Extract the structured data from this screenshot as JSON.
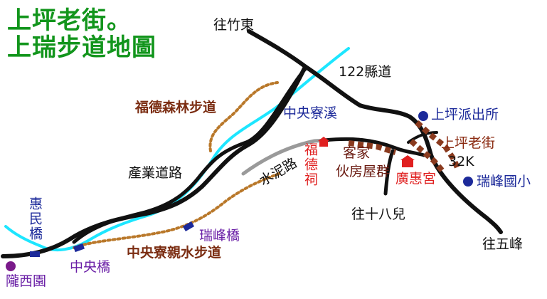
{
  "map": {
    "title_line1": "上坪老街。",
    "title_line2": "上瑞步道地圖",
    "colors": {
      "title": "#12951c",
      "road": "#111111",
      "stream": "#1de6ff",
      "trail": "#b9782a",
      "cement_road": "#9a9a9a",
      "landmark_blue": "#1c2a9a",
      "temple_red": "#e02020",
      "bridge_purple": "#6a1fa6",
      "trail_label": "#7b2d12"
    },
    "labels": {
      "to_zhudong": "往竹東",
      "county_road": "122縣道",
      "fude_forest_trail": "福德森林步道",
      "zhongyang_stream": "中央寮溪",
      "police_station": "上坪派出所",
      "old_street": "上坪老街",
      "km_marker": "32K",
      "ruifeng_school": "瑞峰國小",
      "cement_road": "水泥路",
      "industry_road": "產業道路",
      "fude_shrine": "福德祠",
      "hakka_houses_line1": "客家",
      "hakka_houses_line2": "伙房屋群",
      "guanghui_temple": "廣惠宮",
      "to_shibaer": "往十八兒",
      "to_wufeng": "往五峰",
      "huimin_bridge": "惠民橋",
      "ruifeng_bridge": "瑞峰橋",
      "zhongyang_bridge": "中央橋",
      "zhongyang_water_trail": "中央寮親水步道",
      "longxi_garden": "隴西園"
    },
    "icons": {
      "police_marker": "blue-dot-icon",
      "school_marker": "blue-dot-icon",
      "garden_marker": "purple-dot-icon",
      "temple_marker": "temple-icon",
      "shrine_marker": "temple-icon",
      "bridge_marker": "bridge-icon"
    }
  }
}
